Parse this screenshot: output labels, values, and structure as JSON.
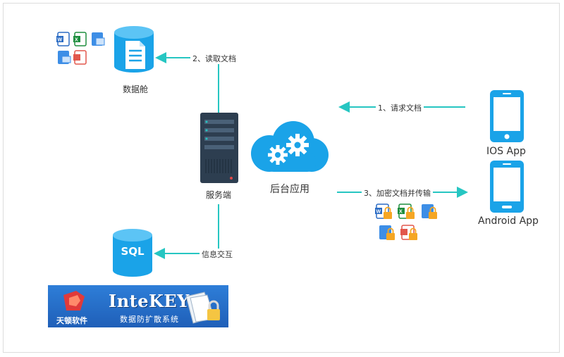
{
  "nodes": {
    "repository_label": "数据舱",
    "server_label": "服务端",
    "backend_label": "后台应用",
    "ios_label": "IOS App",
    "android_label": "Android App"
  },
  "arrows": {
    "read_docs": "2、读取文档",
    "request_docs": "1、请求文档",
    "encrypt_transmit": "3、加密文档并传输",
    "info_exchange": "信息交互"
  },
  "database": {
    "label": "SQL"
  },
  "banner": {
    "brand": "天顿软件",
    "title": "InteKEY",
    "subtitle": "数据防扩散系统"
  },
  "colors": {
    "accent": "#1aa3e8",
    "arrow": "#26c6c2",
    "server": "#2d3e50"
  }
}
